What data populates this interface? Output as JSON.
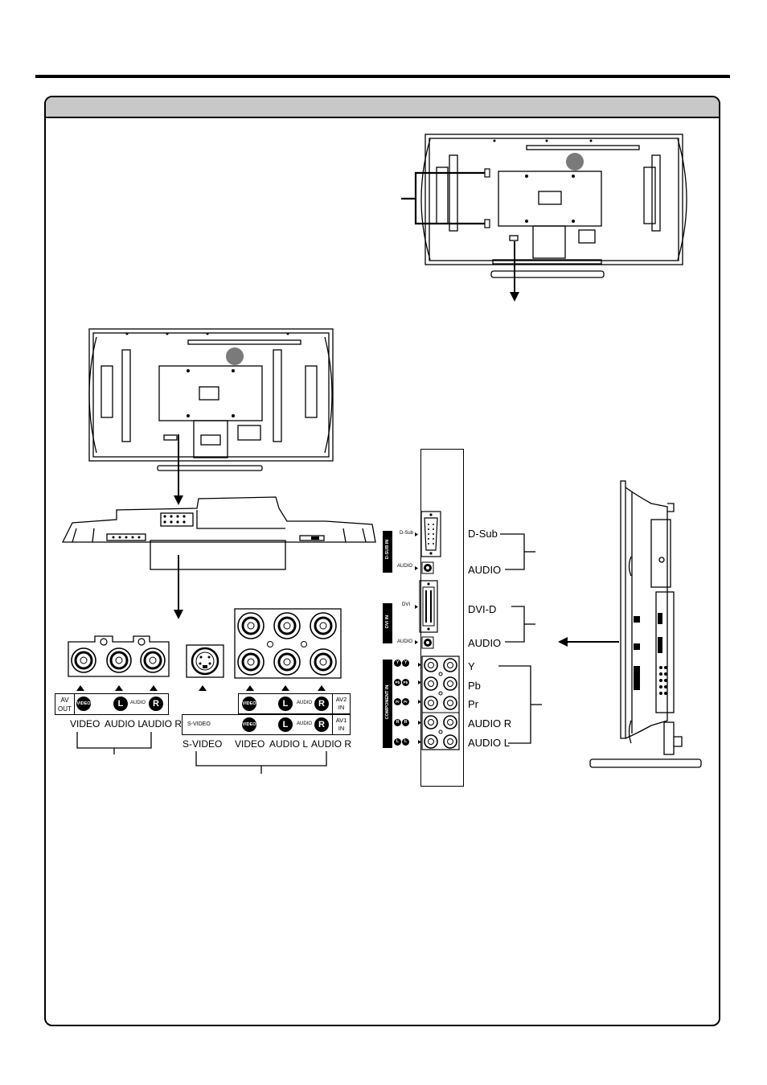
{
  "rear_labels": {
    "av_out": [
      "VIDEO",
      "AUDIO L",
      "AUDIO R"
    ],
    "av_in": [
      "S-VIDEO",
      "VIDEO",
      "AUDIO L",
      "AUDIO R"
    ]
  },
  "badges": {
    "video": "VIDEO",
    "left": "L",
    "right": "R",
    "audio_small": "AUDIO",
    "svideo_small": "S-VIDEO",
    "av_out": "AV OUT",
    "av2_in": "AV2 IN",
    "av1_in": "AV1 IN"
  },
  "side_panel": {
    "dsub_in": "D-SUB IN",
    "dvi_in": "DVI IN",
    "component_in": "COMPONENT IN",
    "dsub_port": "D-Sub",
    "audio_port": "AUDIO",
    "dvi_port": "DVI",
    "comp_badges": [
      "Y",
      "Pb",
      "Pr",
      "R",
      "L"
    ]
  },
  "side_labels": {
    "dsub": "D-Sub",
    "dsub_audio": "AUDIO",
    "dvi": "DVI-D",
    "dvi_audio": "AUDIO",
    "y": "Y",
    "pb": "Pb",
    "pr": "Pr",
    "audio_r": "AUDIO R",
    "audio_l": "AUDIO L"
  }
}
